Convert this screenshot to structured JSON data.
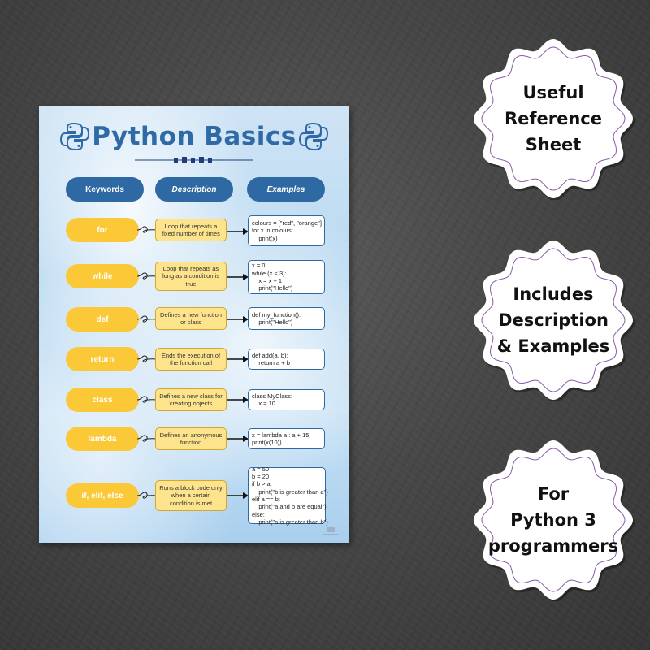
{
  "poster": {
    "title": "Python Basics",
    "headers": [
      "Keywords",
      "Description",
      "Examples"
    ],
    "rows": [
      {
        "keyword": "for",
        "description": "Loop that repeats a fixed number of times",
        "example": "colours = [\"red\", \"orange\"]\nfor x in colours:\n    print(x)"
      },
      {
        "keyword": "while",
        "description": "Loop that repeats as long as a condition is true",
        "example": "x = 0\nwhile (x < 3):\n    x = x + 1\n    print(\"Hello\")"
      },
      {
        "keyword": "def",
        "description": "Defines a new function or class",
        "example": "def my_function():\n    print(\"Hello\")"
      },
      {
        "keyword": "return",
        "description": "Ends the execution of the function call",
        "example": "def add(a, b):\n    return a + b"
      },
      {
        "keyword": "class",
        "description": "Defines a new class for creating objects",
        "example": "class MyClass:\n    x = 10"
      },
      {
        "keyword": "lambda",
        "description": "Defines an anonymous function",
        "example": "x = lambda a : a + 15\nprint(x(10))"
      },
      {
        "keyword": "if, elif, else",
        "description": "Runs a block code only when a certain condition is met",
        "example": "a = 50\nb = 20\nif b > a:\n    print(\"b is greater than a\")\nelif a == b:\n    print(\"a and b are equal\")\nelse:\n    print(\"a is greater than b\")"
      }
    ]
  },
  "badges": [
    {
      "lines": [
        "Useful",
        "Reference",
        "Sheet"
      ]
    },
    {
      "lines": [
        "Includes",
        "Description",
        "& Examples"
      ]
    },
    {
      "lines": [
        "For",
        "Python 3",
        "programmers"
      ]
    }
  ],
  "colors": {
    "title_blue": "#2f6aa6",
    "header_blue": "#2f69a3",
    "keyword_yellow": "#fbc937",
    "description_yellow": "#fde48c",
    "badge_border": "#8a5aa8"
  },
  "icons": [
    "python-logo-icon",
    "arrow-right-icon",
    "curl-connector-icon",
    "wavy-badge"
  ]
}
